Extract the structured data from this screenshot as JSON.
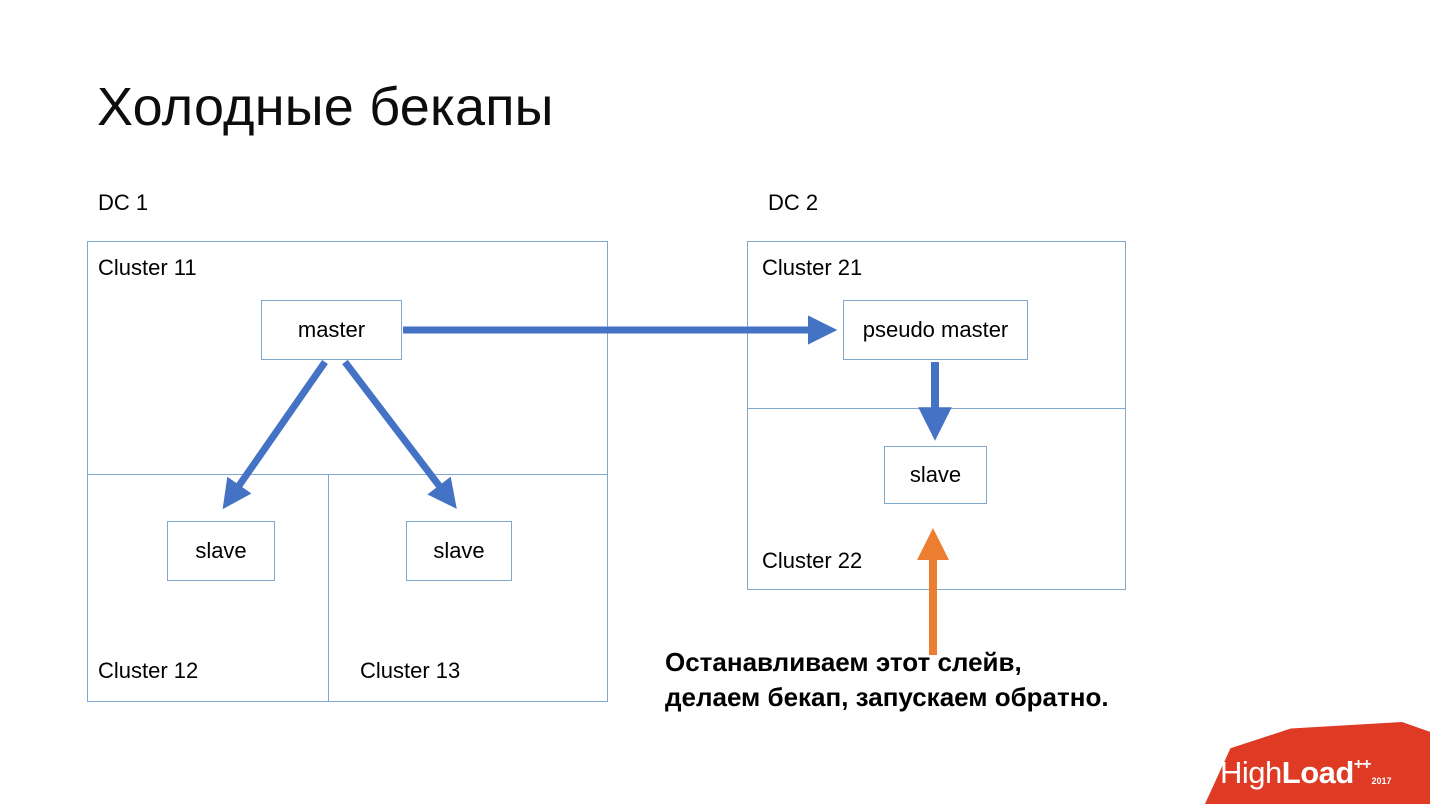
{
  "slide": {
    "title": "Холодные бекапы",
    "background": "#ffffff"
  },
  "colors": {
    "arrow_blue": "#4472C4",
    "arrow_orange": "#ED7D31",
    "box_border": "#7FA8CC",
    "logo_red": "#DE3A24",
    "text": "#000000"
  },
  "datacenters": {
    "dc1": {
      "label": "DC 1",
      "clusters": {
        "top": "Cluster 11",
        "bottom_left": "Cluster 12",
        "bottom_right": "Cluster 13"
      },
      "nodes": {
        "master": "master",
        "slave_left": "slave",
        "slave_right": "slave"
      }
    },
    "dc2": {
      "label": "DC 2",
      "clusters": {
        "top": "Cluster 21",
        "bottom": "Cluster 22"
      },
      "nodes": {
        "pseudo_master": "pseudo master",
        "slave": "slave"
      }
    }
  },
  "caption": {
    "text": "Останавливаем этот слейв,\nделаем бекап, запускаем обратно."
  },
  "logo": {
    "high": "High",
    "load": "Load",
    "plus": "++",
    "year": "2017"
  }
}
